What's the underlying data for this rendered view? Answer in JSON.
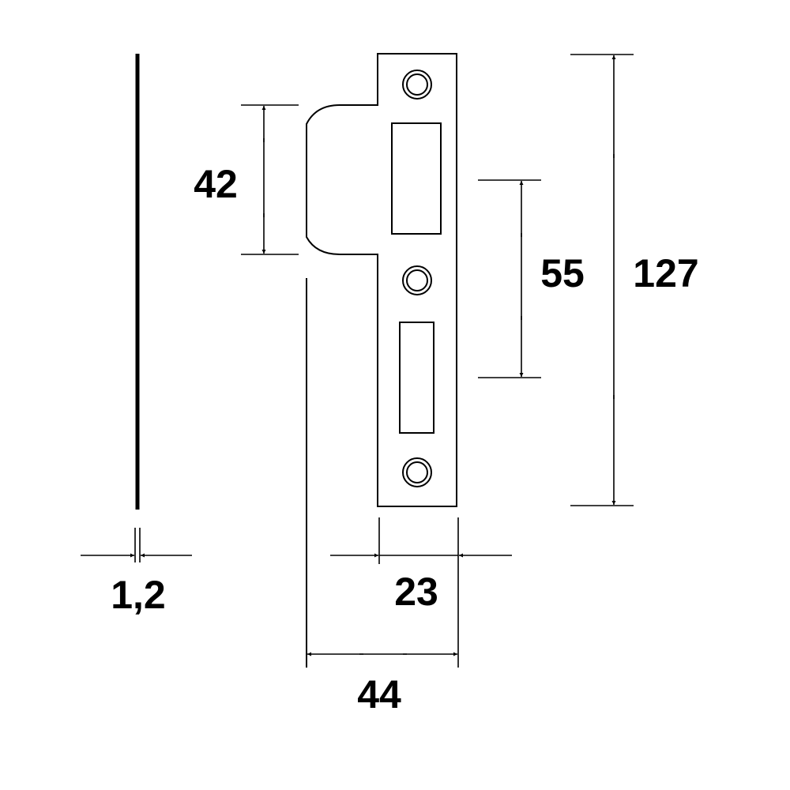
{
  "dimensions": {
    "thickness": "1,2",
    "lip_height": "42",
    "slot_spacing": "55",
    "plate_height": "127",
    "plate_width": "23",
    "overall_width": "44"
  },
  "colors": {
    "line": "#000000",
    "background": "#ffffff"
  }
}
